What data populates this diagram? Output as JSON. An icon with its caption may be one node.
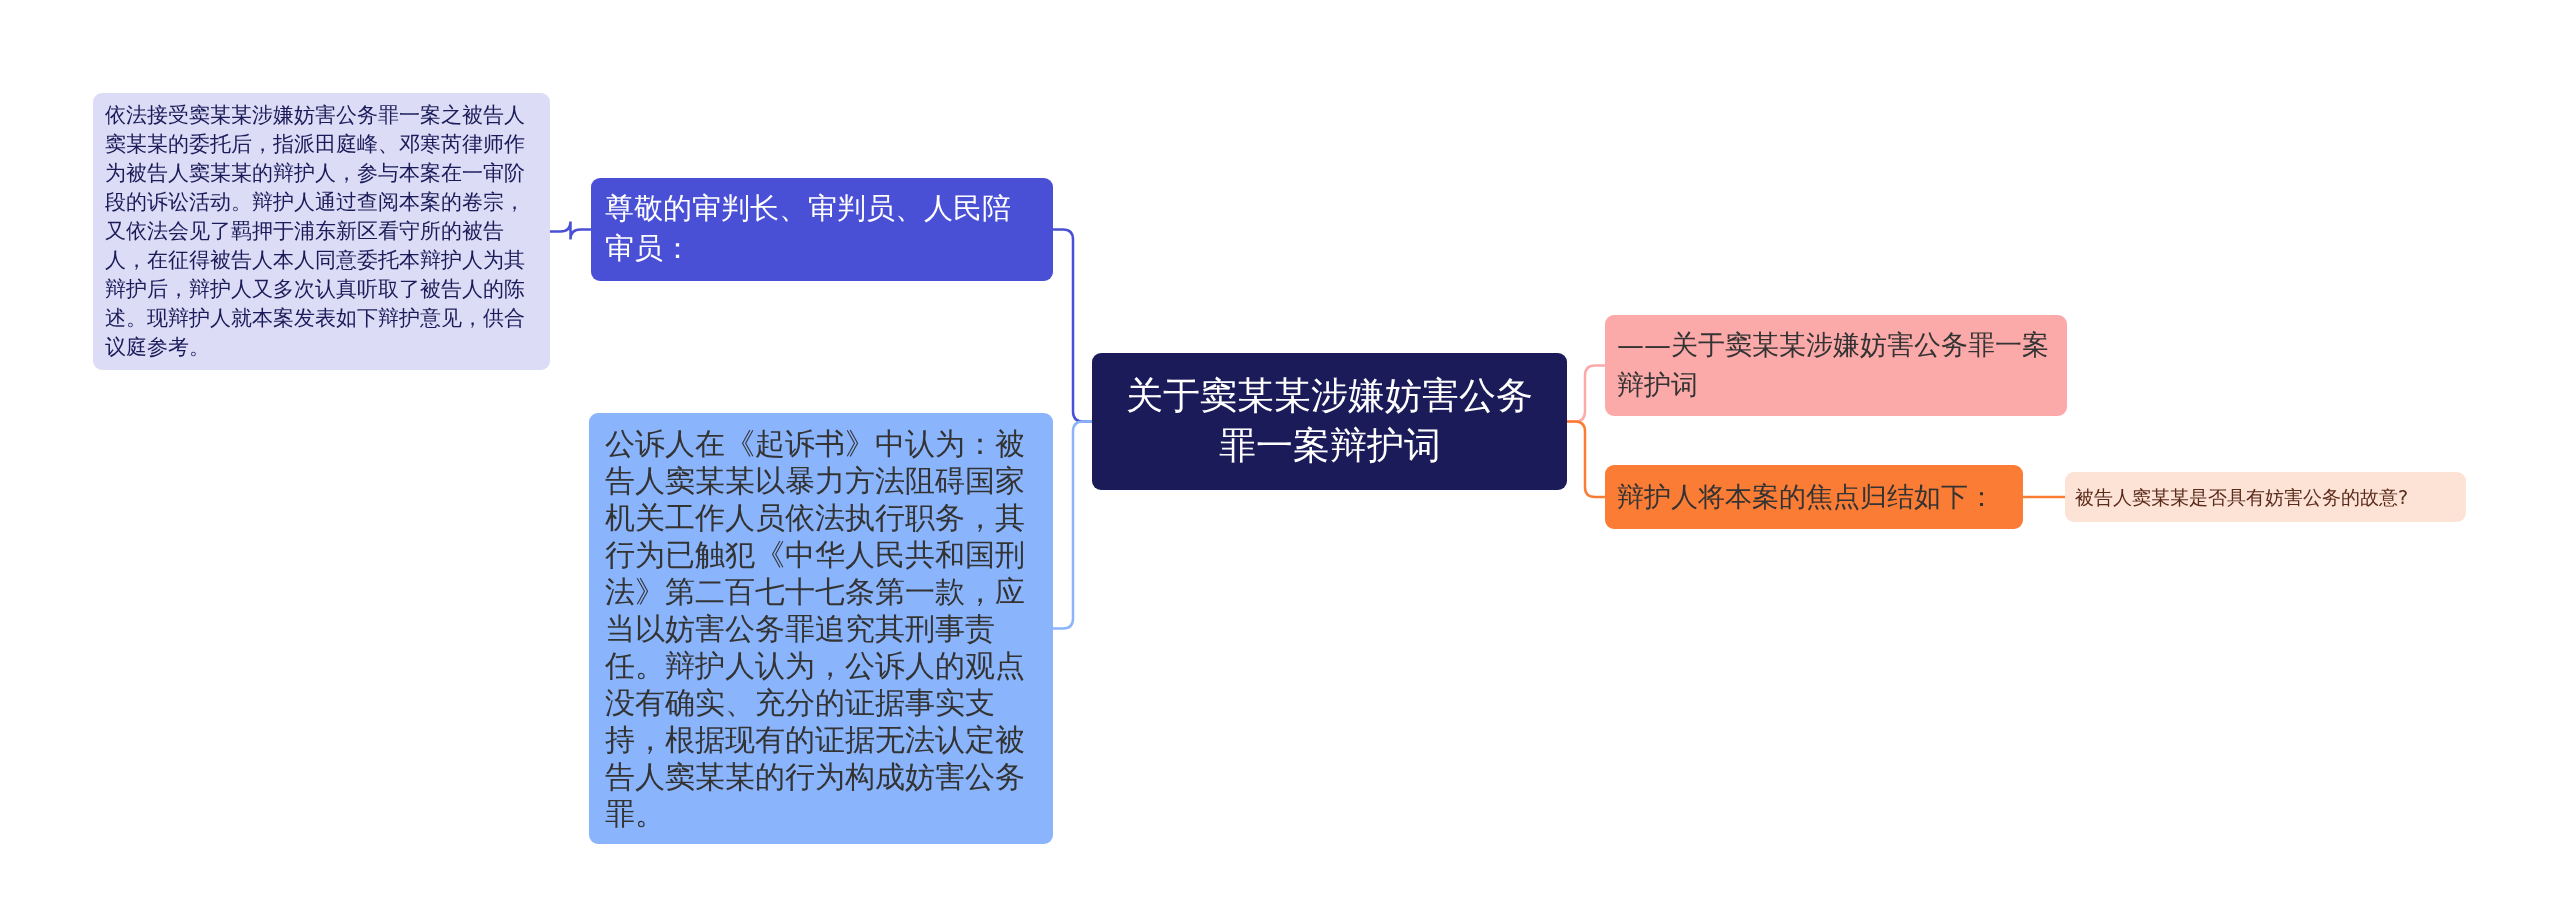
{
  "diagram": {
    "nodes": [
      {
        "text": [
          "关于窦某某涉嫌妨害公务罪一案辩护词"
        ]
      },
      {
        "text": [
          "尊敬的审判长、审判员、人民陪审员："
        ]
      },
      {
        "text": [
          "依法接受窦某某涉嫌妨害公务罪一案之被告人窦某某的委托后，指派田庭峰、邓寒芮律师作为被告人窦某某的辩护人，参与本案在一审阶段的诉讼活动。辩护人通过查阅本案的卷宗，又依法会见了羁押于浦东新区看守所的被告人，在征得被告人本人同意委托本辩护人为其辩护后，辩护人又多次认真听取了被告人的陈述。现辩护人就本案发表如下辩护意见，供合议庭参考。"
        ]
      },
      {
        "text": [
          "公诉人在《起诉书》中认为：被告人窦某某以暴力方法阻碍国家机关工作人员依法执行职务，其行为已触犯《中华人民共和国刑法》第二百七十七条第一款，应当以妨害公务罪追究其刑事责任。辩护人认为，公诉人的观点没有确实、充分的证据事实支持，根据现有的证据无法认定被告人窦某某的行为构成妨害公务罪。"
        ]
      },
      {
        "text": [
          "——关于窦某某涉嫌妨害公务罪一案辩护词"
        ]
      },
      {
        "text": [
          "辩护人将本案的焦点归结如下："
        ]
      },
      {
        "text": [
          "被告人窦某某是否具有妨害公务的故意?"
        ]
      }
    ],
    "edges": [
      {
        "from": 0,
        "to": 1,
        "arrow": "none",
        "color": "#4a50d6"
      },
      {
        "from": 1,
        "to": 2,
        "arrow": "none",
        "color": "#4a50d6"
      },
      {
        "from": 0,
        "to": 3,
        "arrow": "none",
        "color": "#8ab4fb"
      },
      {
        "from": 0,
        "to": 4,
        "arrow": "none",
        "color": "#fbaaa9"
      },
      {
        "from": 0,
        "to": 5,
        "arrow": "none",
        "color": "#fb7c35"
      },
      {
        "from": 5,
        "to": 6,
        "arrow": "none",
        "color": "#fb7c35"
      }
    ]
  }
}
